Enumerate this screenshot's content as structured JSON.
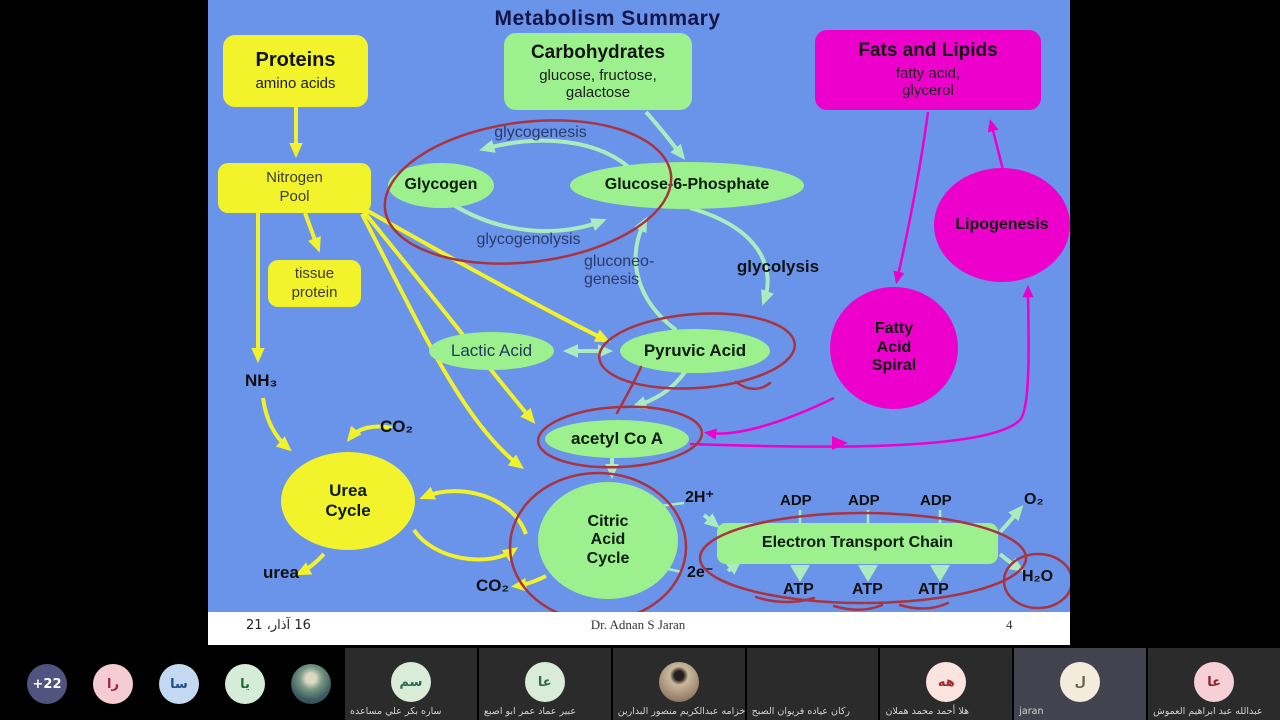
{
  "slide": {
    "title": "Metabolism Summary",
    "boxes": {
      "proteins": {
        "title": "Proteins",
        "subtitle": "amino acids"
      },
      "carbohydrates": {
        "title": "Carbohydrates",
        "subtitle": "glucose, fructose,\ngalactose"
      },
      "fats": {
        "title": "Fats and Lipids",
        "subtitle": "fatty acid,\nglycerol"
      },
      "nitrogen_pool": "Nitrogen\nPool",
      "tissue_protein": "tissue\nprotein"
    },
    "nodes": {
      "glycogen": "Glycogen",
      "g6p": "Glucose-6-Phosphate",
      "lipogenesis": "Lipogenesis",
      "lactic": "Lactic Acid",
      "pyruvic": "Pyruvic Acid",
      "fatty_spiral": "Fatty\nAcid\nSpiral",
      "acetyl": "acetyl Co A",
      "urea_cycle": "Urea\nCycle",
      "citric": "Citric\nAcid\nCycle",
      "etc_label": "Electron Transport Chain"
    },
    "labels": {
      "glycogenesis": "glycogenesis",
      "glycogenolysis": "glycogenolysis",
      "gluconeogenesis": "gluconeo-\ngenesis",
      "glycolysis": "glycolysis",
      "nh3": "NH₃",
      "co2_top": "CO₂",
      "co2_bottom": "CO₂",
      "urea": "urea",
      "h_plus": "2H⁺",
      "e_minus": "2e⁻",
      "adp": [
        "ADP",
        "ADP",
        "ADP"
      ],
      "atp": [
        "ATP",
        "ATP",
        "ATP"
      ],
      "o2": "O₂",
      "h2o": "H₂O"
    },
    "footer": {
      "date": "16 آذار، 21",
      "author": "Dr. Adnan S Jaran",
      "page": "4"
    }
  },
  "participants": {
    "overflow": [
      {
        "type": "badge",
        "label": "+22",
        "bg": "#50547e",
        "fg": "#ffffff"
      },
      {
        "type": "initials",
        "label": "را",
        "bg": "#f6ccd3",
        "fg": "#9b2242"
      },
      {
        "type": "initials",
        "label": "سا",
        "bg": "#c3d9f2",
        "fg": "#1f4e8c"
      },
      {
        "type": "initials",
        "label": "يا",
        "bg": "#d5ecd9",
        "fg": "#1f6b35"
      },
      {
        "type": "photo",
        "photo": "outdoor",
        "label": ""
      }
    ],
    "tiles": [
      {
        "type": "initials",
        "initials": "سم",
        "avatar_bg": "#d8ecd8",
        "avatar_fg": "#2d6a4f",
        "name": "ساره بكر علي مساعده",
        "bg": "#2b2b2b"
      },
      {
        "type": "initials",
        "initials": "عا",
        "avatar_bg": "#d8ecd8",
        "avatar_fg": "#2d6a4f",
        "name": "عبير عماد عمر ابو اصبع",
        "bg": "#2b2b2b"
      },
      {
        "type": "photo",
        "photo": "sunglasses",
        "name": "خزامه عبدالكريم منصور البدارين",
        "bg": "#2b2b2b"
      },
      {
        "type": "photo",
        "photo": "man",
        "name": "ركان عياده فريوان الصبح",
        "bg": "#2b2b2b"
      },
      {
        "type": "initials",
        "initials": "هه",
        "avatar_bg": "#fbe4e0",
        "avatar_fg": "#a4262c",
        "name": "هلا أحمد محمد هملان",
        "bg": "#2b2b2b"
      },
      {
        "type": "initials",
        "initials": "ل",
        "avatar_bg": "#f3ecdd",
        "avatar_fg": "#6b5d4f",
        "name": "jaran",
        "bg": "#43434f"
      },
      {
        "type": "initials",
        "initials": "عا",
        "avatar_bg": "#f6d0d6",
        "avatar_fg": "#8d1f2d",
        "name": "عبدالله عبد ابراهيم العموش",
        "bg": "#2b2b2b"
      }
    ]
  },
  "colors": {
    "slide_background": "#6a93ea",
    "node_yellow": "#f3f32b",
    "node_green": "#9cf08e",
    "node_magenta": "#ee00cc",
    "arrow_yellow": "#f1f12c",
    "arrow_green": "#abecbe",
    "arrow_magenta": "#ee00cc",
    "pen_red": "#a93440",
    "tray_background": "#000000"
  }
}
